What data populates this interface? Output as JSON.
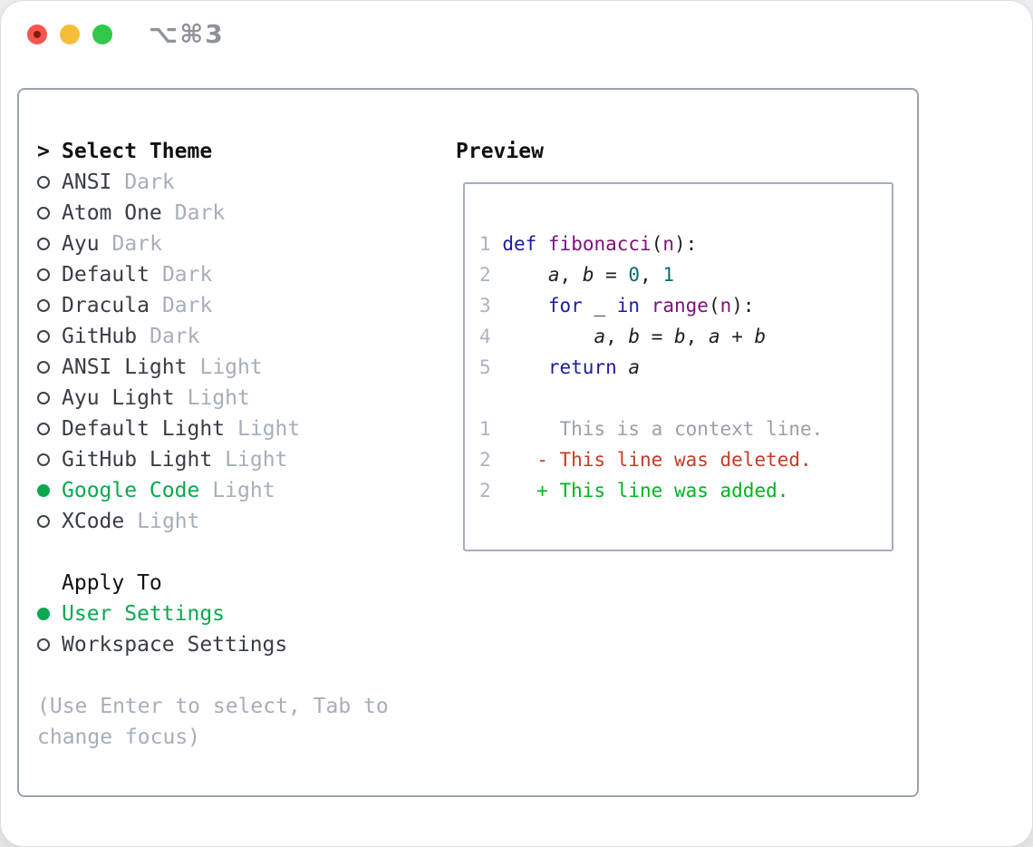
{
  "window": {
    "title": "⌥⌘3"
  },
  "colors": {
    "title_gray": "#8e9299",
    "traffic_red": "#f4564d",
    "traffic_red_dot": "#8a1a10",
    "traffic_yellow": "#f6bd3a",
    "traffic_green": "#31c748",
    "panel_border": "#99a2b0",
    "preview_border": "#a4adbb",
    "header_text": "#101114",
    "item_text": "#383d46",
    "tag_gray": "#a6aeba",
    "hint_gray": "#a6aeba",
    "radio_ring": "#3d434c",
    "accent_green": "#0ba84f",
    "line_number": "#a9b3c2",
    "kw": "#1c1c9e",
    "fn": "#7d0f7d",
    "num_lit": "#0b6b6b",
    "code_plain": "#1c1e21",
    "ctx_gray": "#9aa0a8",
    "del_red": "#c43c28",
    "add_green": "#00b41f"
  },
  "left": {
    "cursor": ">",
    "header": "Select Theme",
    "themes": [
      {
        "name": "ANSI",
        "tag": "Dark",
        "selected": false
      },
      {
        "name": "Atom One",
        "tag": "Dark",
        "selected": false
      },
      {
        "name": "Ayu",
        "tag": "Dark",
        "selected": false
      },
      {
        "name": "Default",
        "tag": "Dark",
        "selected": false
      },
      {
        "name": "Dracula",
        "tag": "Dark",
        "selected": false
      },
      {
        "name": "GitHub",
        "tag": "Dark",
        "selected": false
      },
      {
        "name": "ANSI Light",
        "tag": "Light",
        "selected": false
      },
      {
        "name": "Ayu Light",
        "tag": "Light",
        "selected": false
      },
      {
        "name": "Default Light",
        "tag": "Light",
        "selected": false
      },
      {
        "name": "GitHub Light",
        "tag": "Light",
        "selected": false
      },
      {
        "name": "Google Code",
        "tag": "Light",
        "selected": true
      },
      {
        "name": "XCode",
        "tag": "Light",
        "selected": false
      }
    ],
    "apply_header": "Apply To",
    "apply_options": [
      {
        "name": "User Settings",
        "selected": true
      },
      {
        "name": "Workspace Settings",
        "selected": false
      }
    ],
    "hint_line1": "(Use Enter to select, Tab to",
    "hint_line2": "change focus)"
  },
  "preview": {
    "header": "Preview",
    "lines": [
      {
        "num": "1",
        "tokens": [
          {
            "t": " ",
            "c": "pn"
          },
          {
            "t": "def",
            "c": "kw"
          },
          {
            "t": " ",
            "c": "pn"
          },
          {
            "t": "fibonacci",
            "c": "fn"
          },
          {
            "t": "(",
            "c": "pn"
          },
          {
            "t": "n",
            "c": "fn"
          },
          {
            "t": "):",
            "c": "pn"
          }
        ]
      },
      {
        "num": "2",
        "tokens": [
          {
            "t": "     ",
            "c": "pn"
          },
          {
            "t": "a",
            "c": "vr"
          },
          {
            "t": ", ",
            "c": "pn"
          },
          {
            "t": "b",
            "c": "vr"
          },
          {
            "t": " = ",
            "c": "pn"
          },
          {
            "t": "0",
            "c": "nm"
          },
          {
            "t": ", ",
            "c": "pn"
          },
          {
            "t": "1",
            "c": "nm"
          }
        ]
      },
      {
        "num": "3",
        "tokens": [
          {
            "t": "     ",
            "c": "pn"
          },
          {
            "t": "for",
            "c": "kw"
          },
          {
            "t": " ",
            "c": "pn"
          },
          {
            "t": "_",
            "c": "vr"
          },
          {
            "t": " ",
            "c": "pn"
          },
          {
            "t": "in",
            "c": "kw"
          },
          {
            "t": " ",
            "c": "pn"
          },
          {
            "t": "range",
            "c": "fn"
          },
          {
            "t": "(",
            "c": "pn"
          },
          {
            "t": "n",
            "c": "fn"
          },
          {
            "t": "):",
            "c": "pn"
          }
        ]
      },
      {
        "num": "4",
        "tokens": [
          {
            "t": "         ",
            "c": "pn"
          },
          {
            "t": "a",
            "c": "vr"
          },
          {
            "t": ", ",
            "c": "pn"
          },
          {
            "t": "b",
            "c": "vr"
          },
          {
            "t": " = ",
            "c": "pn"
          },
          {
            "t": "b",
            "c": "vr"
          },
          {
            "t": ", ",
            "c": "pn"
          },
          {
            "t": "a",
            "c": "vr"
          },
          {
            "t": " + ",
            "c": "pn"
          },
          {
            "t": "b",
            "c": "vr"
          }
        ]
      },
      {
        "num": "5",
        "tokens": [
          {
            "t": "     ",
            "c": "pn"
          },
          {
            "t": "return",
            "c": "kw"
          },
          {
            "t": " ",
            "c": "pn"
          },
          {
            "t": "a",
            "c": "vr"
          }
        ]
      },
      {
        "num": "",
        "tokens": []
      },
      {
        "num": "1",
        "tokens": [
          {
            "t": "      This is a context line.",
            "c": "cx"
          }
        ]
      },
      {
        "num": "2",
        "tokens": [
          {
            "t": "    ",
            "c": "pn"
          },
          {
            "t": "- This line was deleted.",
            "c": "dl"
          }
        ]
      },
      {
        "num": "2",
        "tokens": [
          {
            "t": "    ",
            "c": "pn"
          },
          {
            "t": "+ This line was added.",
            "c": "ad"
          }
        ]
      }
    ]
  }
}
